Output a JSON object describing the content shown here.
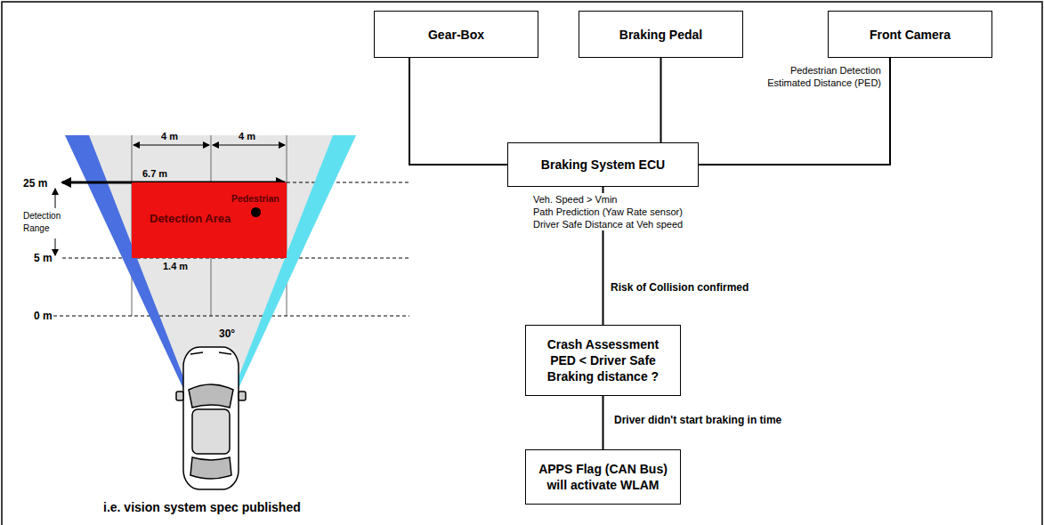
{
  "diagram": {
    "nodes": [
      {
        "text": [
          "Detection Area",
          "Pedestrian"
        ]
      },
      {
        "text": [
          "Gear-Box"
        ]
      },
      {
        "text": [
          "Braking Pedal"
        ]
      },
      {
        "text": [
          "Front Camera"
        ]
      },
      {
        "text": [
          "Braking System ECU"
        ]
      },
      {
        "text": [
          "Crash Assessment PED < Driver Safe Braking distance ?"
        ]
      },
      {
        "text": [
          "APPS Flag (CAN Bus) will activate WLAM"
        ]
      }
    ],
    "edges": [
      {
        "from": 1,
        "to": 4,
        "arrow": "none"
      },
      {
        "from": 2,
        "to": 4,
        "arrow": "none"
      },
      {
        "from": 3,
        "to": 4,
        "arrow": "none",
        "label": "Pedestrian Detection Estimated Distance (PED)"
      },
      {
        "from": 4,
        "to": 5,
        "arrow": "none",
        "label": "Risk of Collision confirmed"
      },
      {
        "from": 5,
        "to": 6,
        "arrow": "none",
        "label": "Driver didn't start braking in time"
      }
    ],
    "labels": [
      "4 m",
      "4 m",
      "6.7 m",
      "25 m",
      "Detection Range",
      "5 m",
      "1.4 m",
      "0 m",
      "30°",
      "i.e. vision system spec published",
      "Veh. Speed > Vmin",
      "Path Prediction (Yaw Rate sensor)",
      "Driver Safe Distance at Veh speed"
    ]
  }
}
